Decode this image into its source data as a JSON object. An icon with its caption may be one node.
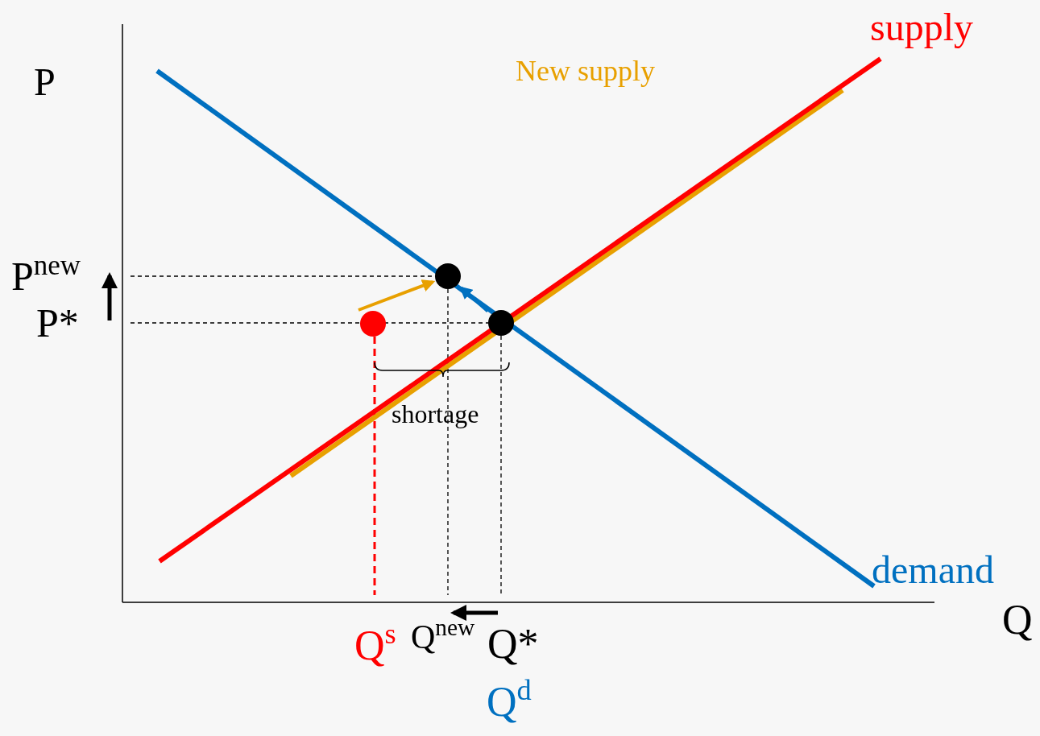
{
  "diagram": {
    "nodes": [
      {
        "text": [],
        "shape": "circle"
      },
      {
        "text": [],
        "shape": "circle"
      },
      {
        "text": [],
        "shape": "circle"
      }
    ],
    "edges": [
      {
        "from": 2,
        "to": 1,
        "arrow": "to",
        "color": "#0070c0"
      },
      {
        "from": 0,
        "to": 1,
        "arrow": "to",
        "color": "#e8a000"
      }
    ],
    "labels": [
      "P",
      "supply",
      "New supply",
      "P$^{new}$",
      "P*",
      "shortage",
      "demand",
      "Q",
      "Q$^{s}$",
      "Q$^{new}$",
      "Q*",
      "Q$^{d}$"
    ]
  }
}
